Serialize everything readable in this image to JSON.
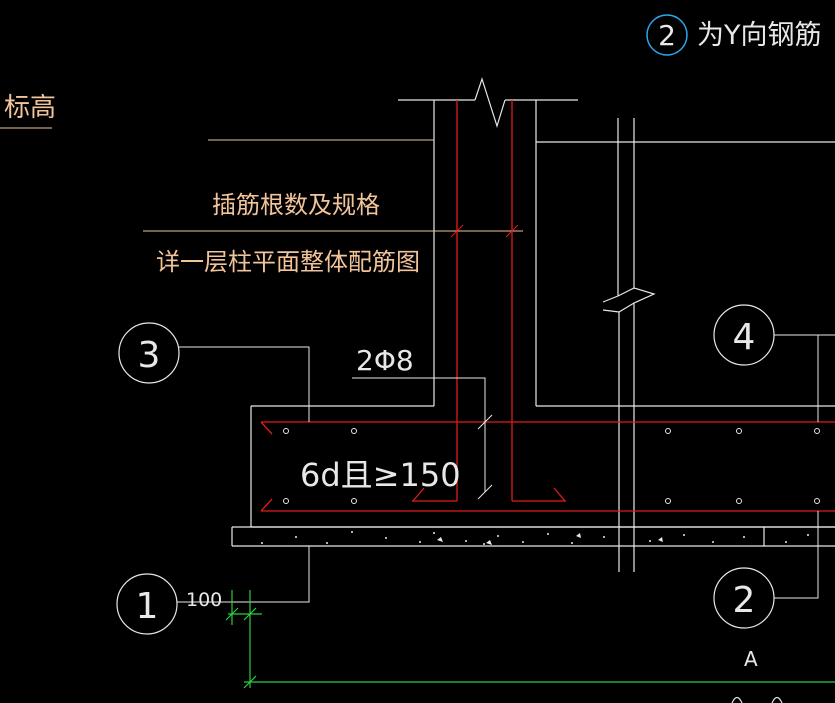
{
  "colors": {
    "background": "#000000",
    "orange": "#f2c49a",
    "white": "#e8e8e8",
    "red": "#e01c1c",
    "green": "#2ecc40",
    "blue": "#2aa8e8"
  },
  "title_note": {
    "number": "2",
    "text": "为Y向钢筋"
  },
  "labels": {
    "elevation": "标高",
    "dowel_spec_line1": "插筋根数及规格",
    "dowel_spec_line2": "详一层柱平面整体配筋图",
    "stirrup_spec": "2Φ8",
    "anchor_length": "6d且≥150",
    "dim_100": "100",
    "grid_a": "A"
  },
  "callouts": [
    {
      "id": "c3",
      "number": "3"
    },
    {
      "id": "c4",
      "number": "4"
    },
    {
      "id": "c1",
      "number": "1"
    },
    {
      "id": "c2",
      "number": "2"
    }
  ]
}
